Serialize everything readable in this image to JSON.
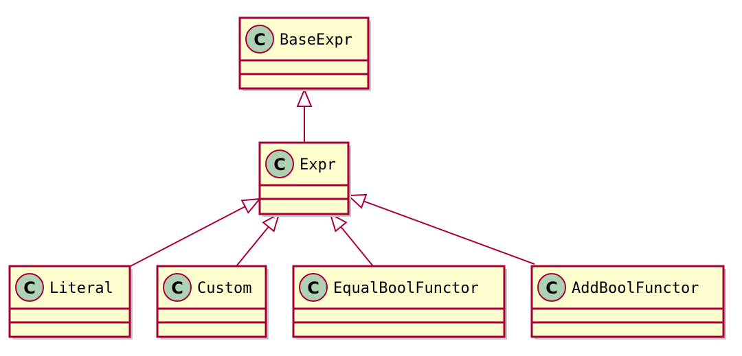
{
  "diagram": {
    "colors": {
      "class_fill": "#FEFECE",
      "class_border": "#A80036",
      "stereotype_circle_fill": "#ADD1B2",
      "arrow_line": "#A80036",
      "shadow": "#C8C8C8"
    },
    "stereotype_letter": "C",
    "classes": [
      {
        "id": "baseexpr",
        "name": "BaseExpr"
      },
      {
        "id": "expr",
        "name": "Expr"
      },
      {
        "id": "literal",
        "name": "Literal"
      },
      {
        "id": "custom",
        "name": "Custom"
      },
      {
        "id": "equalboolfunctor",
        "name": "EqualBoolFunctor"
      },
      {
        "id": "addboolfunctor",
        "name": "AddBoolFunctor"
      }
    ],
    "relations": [
      {
        "type": "inheritance",
        "child": "expr",
        "parent": "baseexpr"
      },
      {
        "type": "inheritance",
        "child": "literal",
        "parent": "expr"
      },
      {
        "type": "inheritance",
        "child": "custom",
        "parent": "expr"
      },
      {
        "type": "inheritance",
        "child": "equalboolfunctor",
        "parent": "expr"
      },
      {
        "type": "inheritance",
        "child": "addboolfunctor",
        "parent": "expr"
      }
    ]
  }
}
